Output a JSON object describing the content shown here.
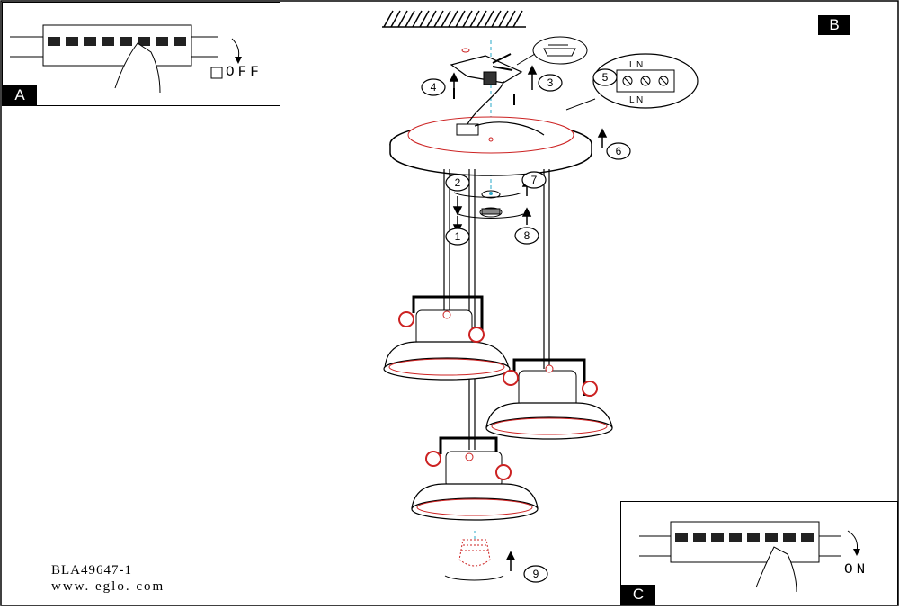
{
  "panels": {
    "a": {
      "tag": "A",
      "switch_text": "OFF"
    },
    "b": {
      "tag": "B"
    },
    "c": {
      "tag": "C",
      "switch_text": "ON"
    }
  },
  "steps": [
    "1",
    "2",
    "3",
    "4",
    "5",
    "6",
    "7",
    "8",
    "9"
  ],
  "terminal_labels": {
    "top": "L N",
    "bottom": "L N"
  },
  "footer": {
    "model_code": "BLA49647-1",
    "website": "www. eglo. com"
  },
  "colors": {
    "line": "#000000",
    "accent": "#cc2222",
    "guide": "#2aa8c8"
  }
}
